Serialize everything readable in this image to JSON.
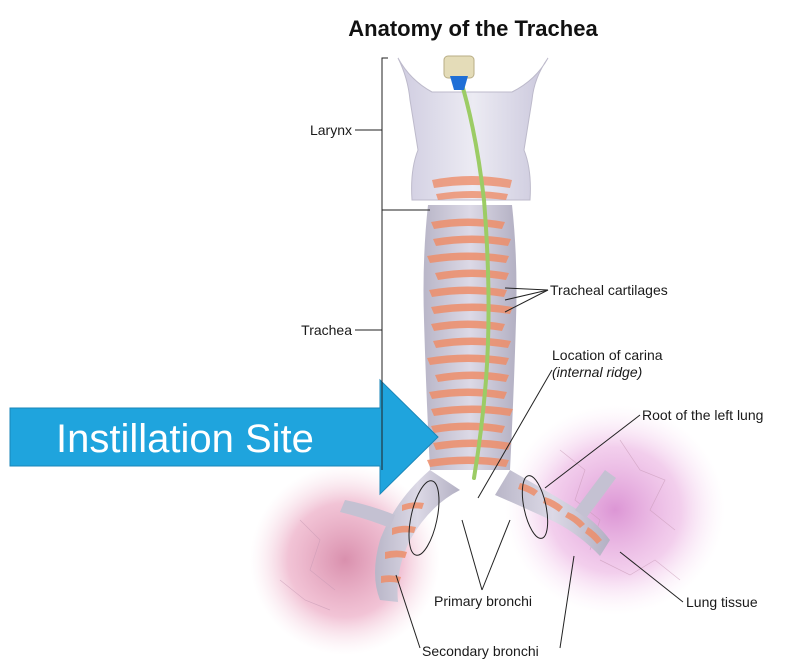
{
  "diagram": {
    "title": "Anatomy of the Trachea",
    "labels": {
      "larynx": "Larynx",
      "trachea": "Trachea",
      "tracheal_cartilages": "Tracheal cartilages",
      "carina_line1": "Location of carina",
      "carina_line2": "(internal ridge)",
      "root_left_lung": "Root of the left lung",
      "primary_bronchi": "Primary bronchi",
      "lung_tissue": "Lung tissue",
      "secondary_bronchi": "Secondary bronchi"
    },
    "callout": {
      "text": "Instillation Site",
      "color": "#1fa4dd"
    },
    "colors": {
      "cartilage": "#ee8e6a",
      "tissue": "#c9c6d6",
      "lung": "#e8a3bf",
      "catheter": "#9ccc65",
      "catheter_tip": "#1f6fd6"
    }
  }
}
